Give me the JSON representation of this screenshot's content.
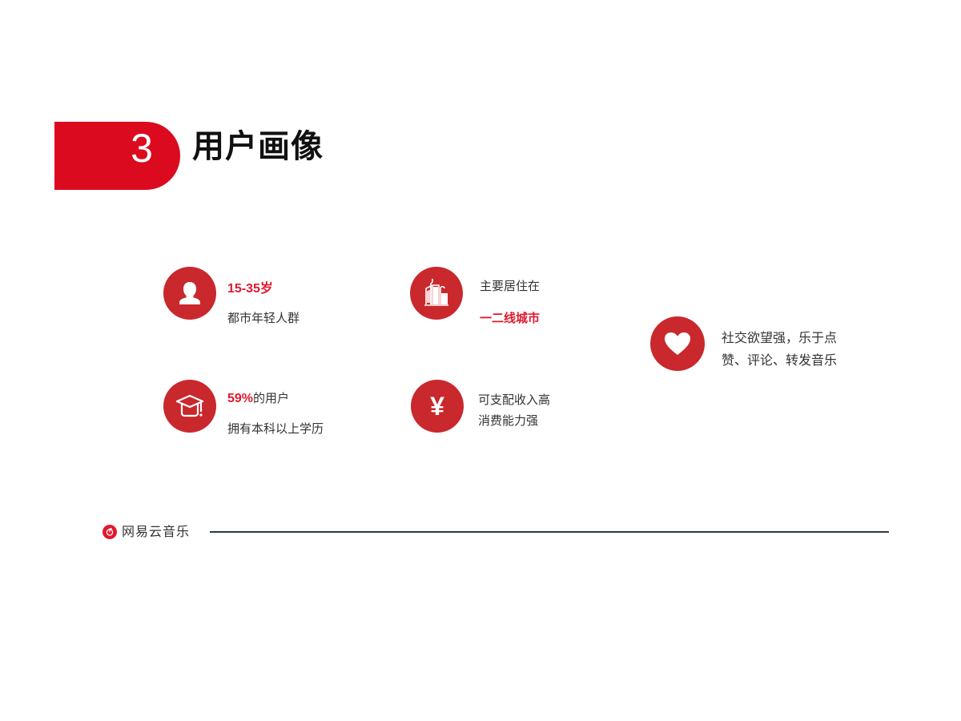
{
  "section": {
    "number": "3",
    "title": "用户画像"
  },
  "features": [
    {
      "icon": "person-icon",
      "line1_highlight": "15-35岁",
      "line2": "都市年轻人群"
    },
    {
      "icon": "buildings-icon",
      "line1": "主要居住在",
      "line2_highlight": "一二线城市"
    },
    {
      "icon": "graduation-cap-icon",
      "line1_highlight": "59%",
      "line1_rest": "的用户",
      "line2": "拥有本科以上学历"
    },
    {
      "icon": "yen-icon",
      "icon_glyph": "¥",
      "line1": "可支配收入高",
      "line2": "消费能力强"
    },
    {
      "icon": "heart-icon",
      "line1": "社交欲望强，乐于点",
      "line2": "赞、评论、转发音乐"
    }
  ],
  "footer": {
    "brand": "网易云音乐"
  },
  "colors": {
    "tab_red": "#dc0a1e",
    "icon_red": "#c9282d",
    "highlight_red": "#e0192f",
    "rule": "#2f3a44"
  }
}
